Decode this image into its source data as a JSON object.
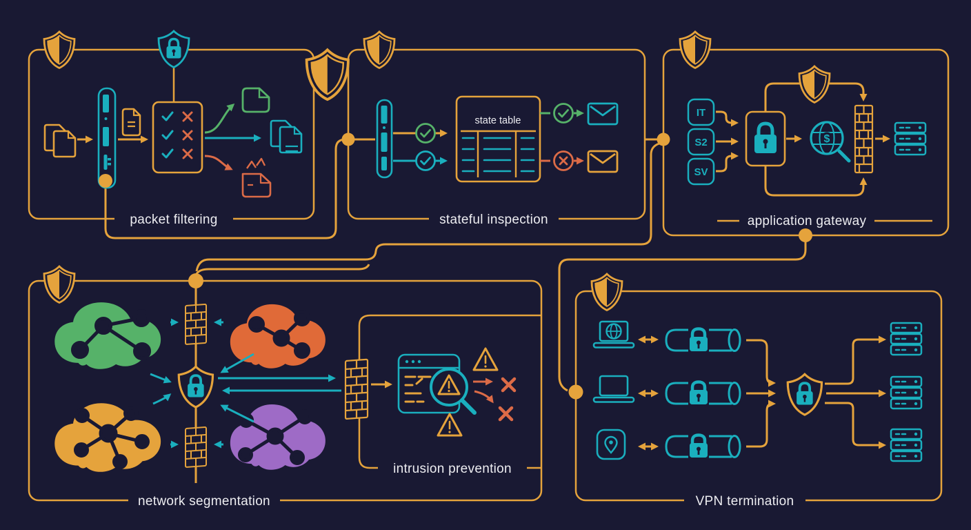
{
  "colors": {
    "background": "#191933",
    "gold": "#E5A33C",
    "teal": "#1AAFBE",
    "green": "#56B269",
    "deny_red": "#DC6B47",
    "cloud_orange": "#E06A38",
    "cloud_purple": "#9E6BC6",
    "label_text": "#EDEDF1"
  },
  "panels": {
    "packet_filtering": {
      "label": "packet filtering"
    },
    "stateful_inspection": {
      "label": "stateful inspection",
      "table_title": "state table"
    },
    "application_gateway": {
      "label": "application gateway",
      "globe_symbol": "$",
      "sources": [
        {
          "label": "IT"
        },
        {
          "label": "S2"
        },
        {
          "label": "SV"
        }
      ]
    },
    "network_segmentation": {
      "label": "network segmentation"
    },
    "intrusion_prevention": {
      "label": "intrusion prevention"
    },
    "vpn_termination": {
      "label": "VPN termination"
    }
  },
  "icons": {
    "shield": "security-shield",
    "shield-lock": "shield-with-padlock",
    "firewall-appliance": "inline-filter-appliance",
    "rule-list": "allow-deny-checklist",
    "documents": "packet-documents",
    "state-table": "connection-state-table",
    "envelope": "message-envelope",
    "proxy-lock": "gateway-padlock",
    "globe-search": "web-traffic-inspection",
    "brick-wall": "firewall-wall",
    "server": "server-stack",
    "cloud-network": "network-segment-cloud",
    "browser-scan": "traffic-analyzer-window",
    "warning-triangle": "alert-triangle",
    "vpn-tunnel": "encrypted-tunnel",
    "laptop": "remote-client",
    "location-pin": "remote-site"
  }
}
